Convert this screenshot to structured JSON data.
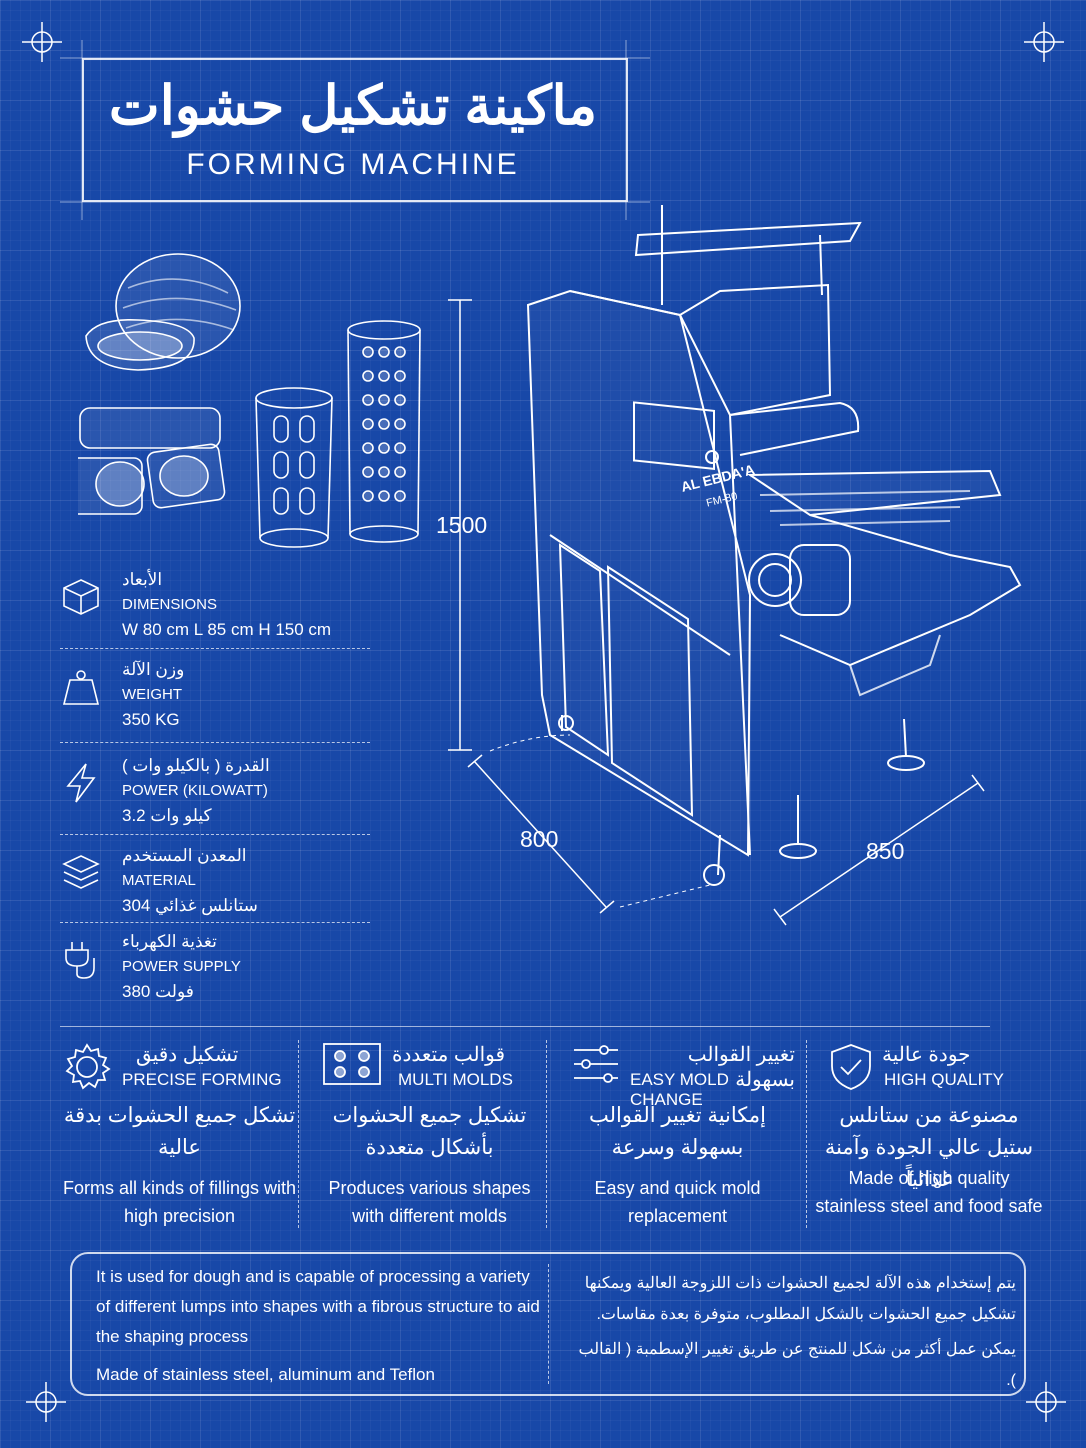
{
  "title": {
    "arabic": "ماكينة تشكيل حشوات",
    "english": "FORMING MACHINE"
  },
  "specs": [
    {
      "icon": "cube-icon",
      "arabic": "الأبعاد",
      "english": "DIMENSIONS",
      "value": "W 80 cm   L 85 cm   H 150 cm"
    },
    {
      "icon": "weight-icon",
      "arabic": "وزن الآلة",
      "english": "WEIGHT",
      "value": "350 KG"
    },
    {
      "icon": "lightning-icon",
      "arabic": "القدرة ( بالكيلو وات )",
      "english": "POWER  (KILOWATT)",
      "value": "3.2 كيلو وات"
    },
    {
      "icon": "layers-icon",
      "arabic": "المعدن المستخدم",
      "english": "MATERIAL",
      "value": "ستانلس غذائي 304"
    },
    {
      "icon": "plug-icon",
      "arabic": "تغذية الكهرباء",
      "english": "POWER SUPPLY",
      "value": "380 فولت"
    }
  ],
  "machine": {
    "brand": "AL EBDA'A",
    "model": "FM-80",
    "height_label": "1500",
    "width_label": "800",
    "length_label": "850"
  },
  "features": [
    {
      "icon": "gear-icon",
      "arabic_title": "تشكيل دقيق",
      "english_title": "PRECISE FORMING",
      "arabic_desc": "تشكل جميع الحشوات بدقة عالية",
      "english_desc": "Forms all kinds of fillings with high precision"
    },
    {
      "icon": "molds-icon",
      "arabic_title": "قوالب متعددة",
      "english_title": "MULTI MOLDS",
      "arabic_desc": "تشكيل جميع الحشوات بأشكال متعددة",
      "english_desc": "Produces various shapes with different molds"
    },
    {
      "icon": "sliders-icon",
      "arabic_title": "تغيير القوالب بسهولة",
      "english_title": "EASY MOLD CHANGE",
      "arabic_desc": "إمكانية تغيير القوالب بسهولة وسرعة",
      "english_desc": "Easy and quick mold replacement"
    },
    {
      "icon": "shield-check-icon",
      "arabic_title": "جودة عالية",
      "english_title": "HIGH QUALITY",
      "arabic_desc": "مصنوعة من ستانلس ستيل عالي الجودة وآمنة غذائياً",
      "english_desc": "Made of high quality stainless steel and food safe"
    }
  ],
  "bottom": {
    "english_1": "It is used for dough and is capable of processing a variety of different lumps into shapes with a fibrous structure to aid the shaping process",
    "english_2": "Made of stainless steel, aluminum and Teflon",
    "arabic_1": "يتم إستخدام هذه الآلة لجميع الحشوات ذات اللزوجة العالية ويمكنها تشكيل جميع الحشوات بالشكل المطلوب، متوفرة بعدة مقاسات.",
    "arabic_2": "يمكن عمل أكثر من شكل للمنتج عن طريق تغيير الإسطمبة ( القالب )."
  },
  "colors": {
    "background": "#1848a8",
    "line": "#ffffff"
  }
}
